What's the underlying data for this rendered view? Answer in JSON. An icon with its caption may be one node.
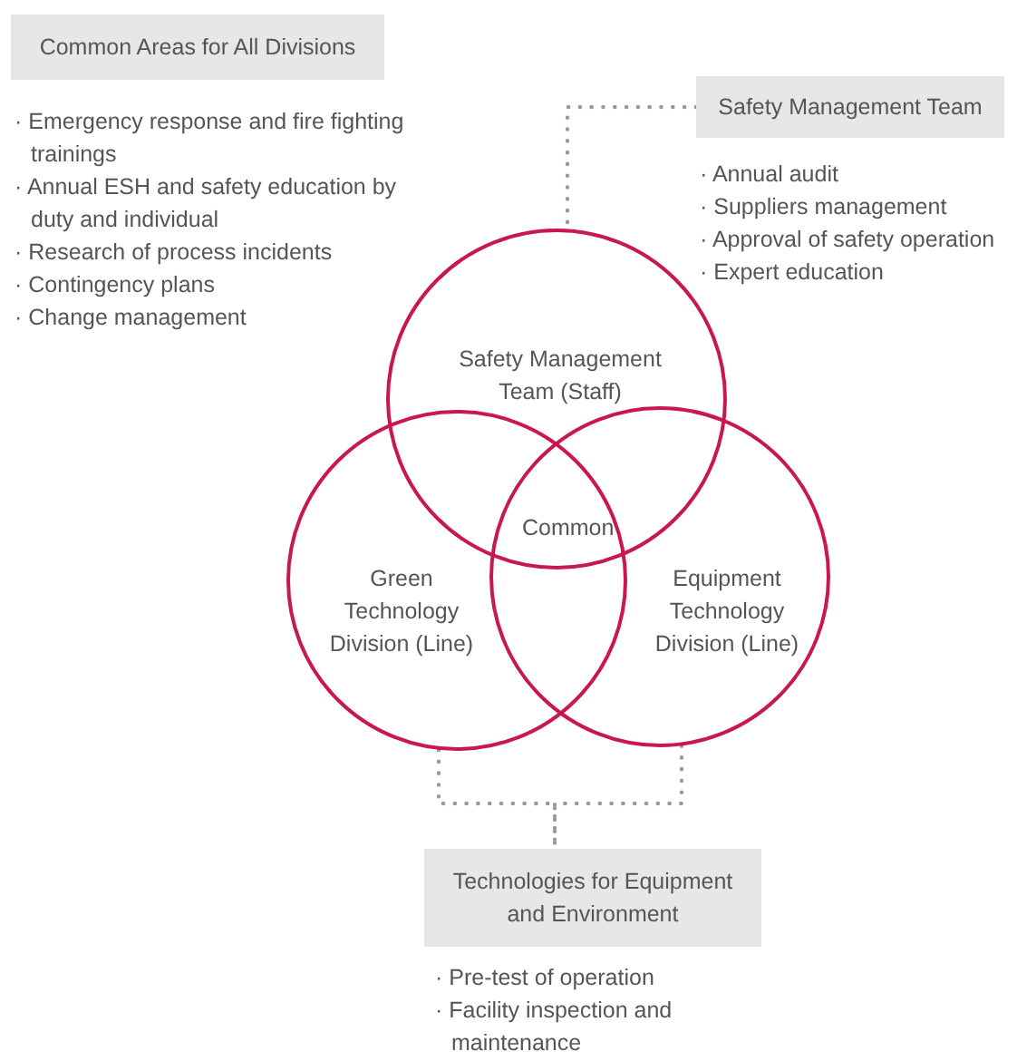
{
  "diagram": {
    "nodes": [
      {
        "text": [
          "Common Areas for All Divisions"
        ],
        "beside": [
          "· Emergency response and fire fighting trainings",
          "· Annual ESH and safety education by duty and individual",
          "· Research of process incidents",
          "· Contingency plans",
          "· Change management"
        ]
      },
      {
        "text": [
          "Safety Management Team"
        ],
        "beside": [
          "· Annual audit",
          "· Suppliers management",
          "· Approval of safety operation",
          "· Expert education"
        ]
      },
      {
        "text": [
          "Safety Management Team (Staff)"
        ]
      },
      {
        "text": [
          "Green Technology Division (Line)"
        ]
      },
      {
        "text": [
          "Equipment Technology Division (Line)"
        ]
      },
      {
        "text": [
          "Technologies for Equipment and Environment"
        ],
        "beside": [
          "· Pre-test of operation",
          "· Facility inspection and maintenance"
        ]
      }
    ],
    "edges": [
      {
        "from": 1,
        "to": 2,
        "arrow": "none",
        "style": "dashed"
      },
      {
        "from": 3,
        "to": 5,
        "arrow": "none",
        "style": "dashed"
      },
      {
        "from": 4,
        "to": 5,
        "arrow": "none",
        "style": "dashed"
      }
    ],
    "labels": [
      "Common"
    ]
  }
}
